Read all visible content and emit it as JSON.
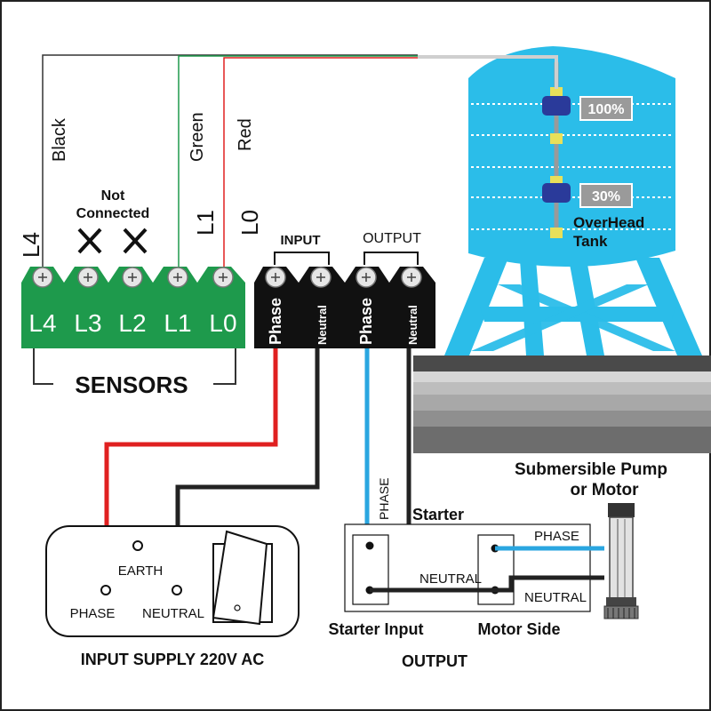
{
  "wires": {
    "black": "Black",
    "green": "Green",
    "red": "Red"
  },
  "sensor_labels": {
    "l4": "L4",
    "l1": "L1",
    "l0": "L0"
  },
  "not_connected": {
    "line1": "Not",
    "line2": "Connected"
  },
  "green_block": {
    "terminals": [
      "L4",
      "L3",
      "L2",
      "L1",
      "L0"
    ]
  },
  "black_block": {
    "input_label": "INPUT",
    "output_label": "OUTPUT",
    "terminals": [
      "Phase",
      "Neutral",
      "Phase",
      "Neutral"
    ]
  },
  "sensors_label": "SENSORS",
  "tank": {
    "level_high": "100%",
    "level_low": "30%",
    "name_line1": "OverHead",
    "name_line2": "Tank"
  },
  "pump": {
    "line1": "Submersible Pump",
    "line2": "or  Motor"
  },
  "supply_box": {
    "earth": "EARTH",
    "phase": "PHASE",
    "neutral": "NEUTRAL",
    "caption": "INPUT SUPPLY 220V AC"
  },
  "starter": {
    "title": "Starter",
    "phase_wire": "PHASE",
    "neutral_inner": "NEUTRAL",
    "neutral_outer": "NEUTRAL",
    "phase_motor": "PHASE",
    "input_caption": "Starter Input",
    "motor_caption": "Motor Side",
    "output_caption": "OUTPUT"
  },
  "colors": {
    "green_block": "#1e9a4c",
    "black_block": "#111111",
    "tank": "#2bbde9",
    "red_wire": "#e02020",
    "blue_wire": "#2aa6e0",
    "float": "#2a3a9a"
  }
}
